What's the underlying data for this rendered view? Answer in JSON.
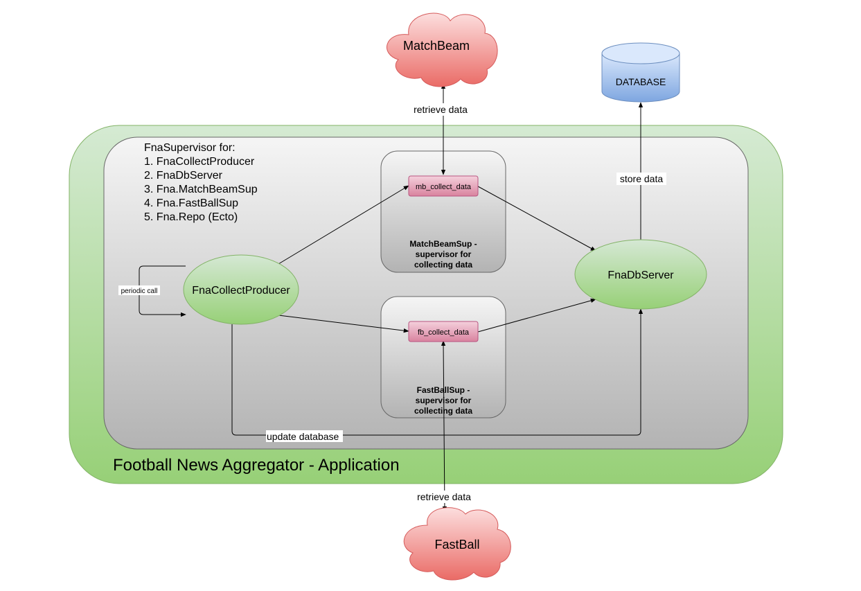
{
  "app": {
    "title": "Football News Aggregator - Application"
  },
  "supervisor": {
    "heading": "FnaSupervisor for:",
    "children": [
      "1. FnaCollectProducer",
      "2. FnaDbServer",
      "3. Fna.MatchBeamSup",
      "4. Fna.FastBallSup",
      "5. Fna.Repo (Ecto)"
    ]
  },
  "nodes": {
    "matchbeam": "MatchBeam",
    "fastball": "FastBall",
    "database": "DATABASE",
    "collect_producer": "FnaCollectProducer",
    "db_server": "FnaDbServer",
    "mb_collect": "mb_collect_data",
    "fb_collect": "fb_collect_data"
  },
  "subsups": {
    "matchbeam_sup": [
      "MatchBeamSup -",
      "supervisor for",
      "collecting data"
    ],
    "fastball_sup": [
      "FastBallSup -",
      "supervisor for",
      "collecting data"
    ]
  },
  "edges": {
    "retrieve_top": "retrieve data",
    "retrieve_bottom": "retrieve data",
    "store": "store data",
    "update": "update database",
    "periodic": "periodic call"
  },
  "colors": {
    "app_fill_top": "#d5ead3",
    "app_fill_bottom": "#97d077",
    "app_stroke": "#82b366",
    "sup_fill_top": "#f5f5f5",
    "sup_fill_bottom": "#b3b3b3",
    "cloud_top": "#fcdede",
    "cloud_bottom": "#ea6b66",
    "cloud_stroke": "#d55a5a",
    "db_top": "#dae8fc",
    "db_bottom": "#7ea6e0",
    "db_stroke": "#6c8ebf",
    "ellipse_top": "#d5e8d4",
    "ellipse_bottom": "#97d077",
    "pink_top": "#f2c9d6",
    "pink_bottom": "#d2739a",
    "pink_stroke": "#b85480"
  }
}
